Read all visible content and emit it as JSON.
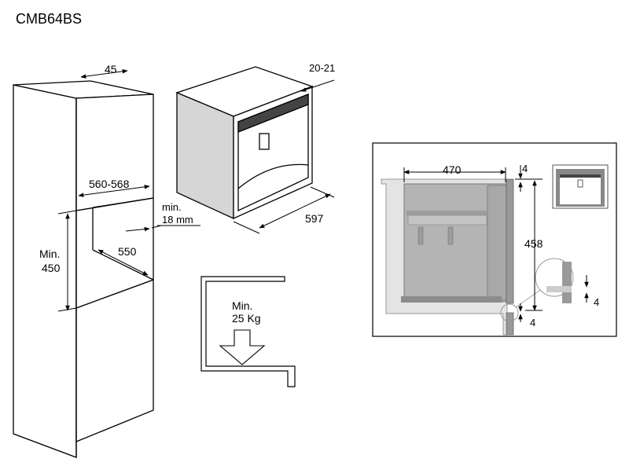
{
  "model": "CMB64BS",
  "cabinet": {
    "depth_offset": "45",
    "niche_width": "560-568",
    "min_gap_line1": "min.",
    "min_gap_line2": "18 mm",
    "niche_depth": "550",
    "min_height_line1": "Min.",
    "min_height_line2": "450"
  },
  "appliance": {
    "front_overhang": "20-21",
    "width": "597"
  },
  "support": {
    "load_line1": "Min.",
    "load_line2": "25 Kg"
  },
  "section_detail": {
    "depth": "470",
    "top_gap": "4",
    "height": "458",
    "bottom_gap": "4",
    "side_gap": "4"
  }
}
